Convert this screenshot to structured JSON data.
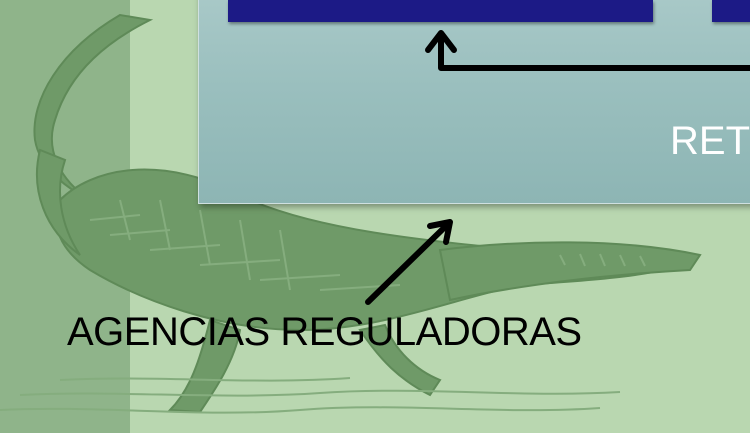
{
  "slide": {
    "right_label": "RET",
    "bottom_label": "AGENCIAS REGULADORAS"
  },
  "colors": {
    "background": "#b9d7b0",
    "panel": "#9abfbe",
    "box": "#1c1a86",
    "arrow": "#000000"
  },
  "icons": [
    "crocodile-illustration",
    "up-arrow-icon",
    "diagonal-arrow-icon"
  ]
}
